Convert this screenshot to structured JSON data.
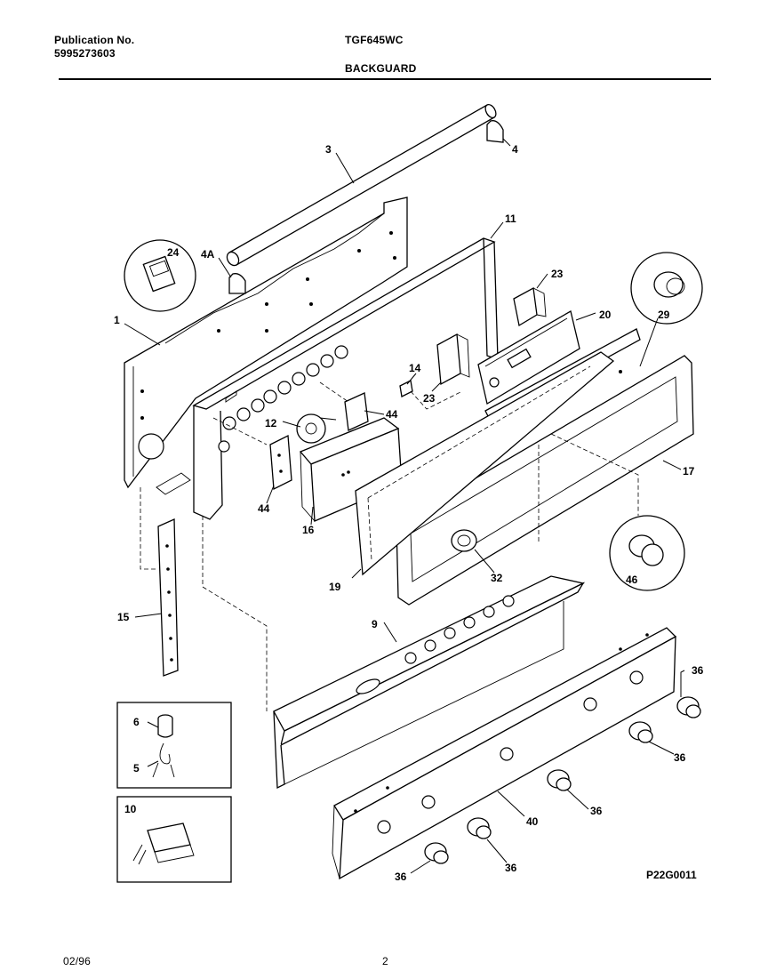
{
  "header": {
    "publication_label": "Publication No.",
    "publication_number": "5995273603",
    "model": "TGF645WC",
    "section": "BACKGUARD"
  },
  "footer": {
    "date": "02/96",
    "page": "2"
  },
  "diagram": {
    "drawing_code": "P22G0011",
    "callouts": [
      "3",
      "4",
      "4A",
      "24",
      "1",
      "11",
      "23",
      "20",
      "29",
      "14",
      "23",
      "12",
      "44",
      "44",
      "16",
      "19",
      "32",
      "17",
      "46",
      "15",
      "9",
      "36",
      "36",
      "36",
      "36",
      "40",
      "6",
      "5",
      "10",
      "36"
    ]
  }
}
